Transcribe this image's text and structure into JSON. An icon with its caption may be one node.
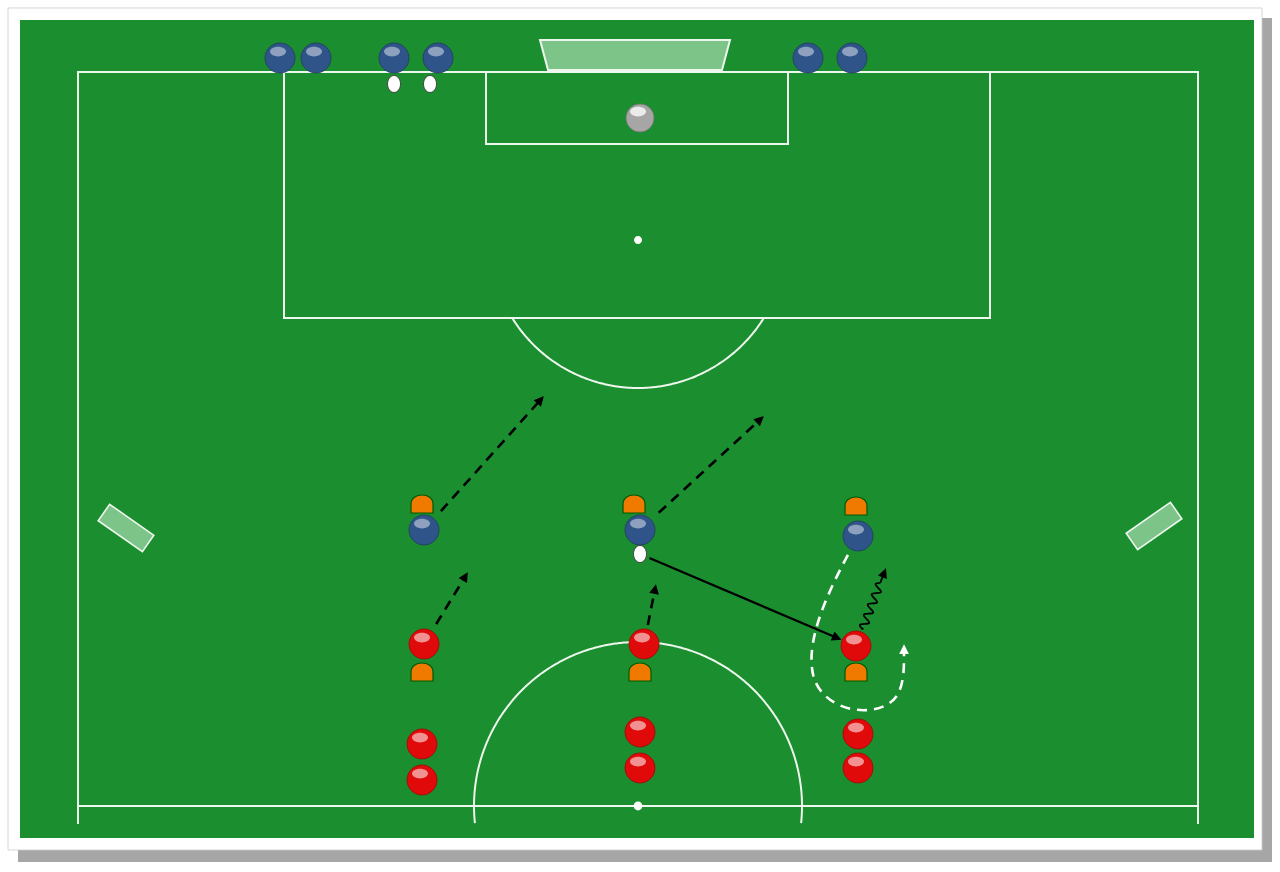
{
  "diagram": {
    "nodes": [
      {
        "text": [],
        "shape": "circle"
      },
      {
        "text": [],
        "shape": "circle"
      },
      {
        "text": [],
        "shape": "circle"
      },
      {
        "text": [],
        "shape": "circle"
      },
      {
        "text": [],
        "shape": "circle"
      },
      {
        "text": [],
        "shape": "circle"
      },
      {
        "text": [],
        "shape": "circle"
      },
      {
        "text": [],
        "shape": "circle"
      },
      {
        "text": [],
        "shape": "circle"
      },
      {
        "text": [],
        "shape": "circle"
      },
      {
        "text": [],
        "shape": "circle"
      },
      {
        "text": [],
        "shape": "circle"
      },
      {
        "text": [],
        "shape": "circle"
      },
      {
        "text": [],
        "shape": "circle"
      },
      {
        "text": [],
        "shape": "circle"
      },
      {
        "text": [],
        "shape": "circle"
      },
      {
        "text": [],
        "shape": "circle"
      },
      {
        "text": [],
        "shape": "circle"
      },
      {
        "text": [],
        "shape": "circle"
      },
      {
        "text": [],
        "shape": "circle"
      },
      {
        "text": [],
        "shape": "circle"
      },
      {
        "text": [],
        "shape": "circle"
      }
    ],
    "edges": [
      {
        "from": 9,
        "to": null,
        "arrow": "to",
        "style": "dashed"
      },
      {
        "from": 10,
        "to": null,
        "arrow": "to",
        "style": "dashed"
      },
      {
        "from": 12,
        "to": 15,
        "arrow": "to"
      },
      {
        "from": 11,
        "to": null,
        "arrow": "to",
        "style": "dashed",
        "color": "#ffffff"
      },
      {
        "from": 13,
        "to": null,
        "arrow": "to",
        "style": "dashed"
      },
      {
        "from": 14,
        "to": null,
        "arrow": "to",
        "style": "dashed"
      },
      {
        "from": 15,
        "to": null,
        "arrow": "to"
      }
    ]
  }
}
